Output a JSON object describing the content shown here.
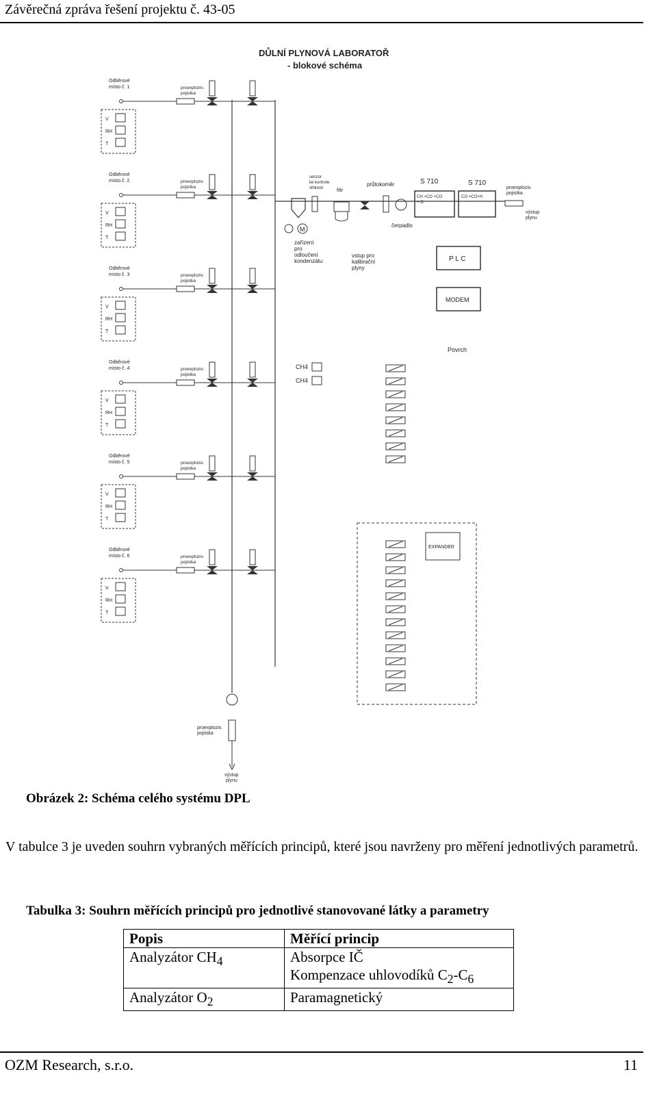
{
  "header": {
    "title": "Závěrečná zpráva řešení projektu č. 43-05"
  },
  "diagram": {
    "title_line1": "DŮLNÍ PLYNOVÁ LABORATOŘ",
    "title_line2": "- blokové schéma",
    "sampling_points": [
      {
        "line1": "Odběrové",
        "line2": "místo č. 1"
      },
      {
        "line1": "Odběrové",
        "line2": "místo č. 2"
      },
      {
        "line1": "Odběrové",
        "line2": "místo č. 3"
      },
      {
        "line1": "Odběrové",
        "line2": "místo č. 4"
      },
      {
        "line1": "Odběrové",
        "line2": "místo č. 5"
      },
      {
        "line1": "Odběrové",
        "line2": "místo č. 6"
      }
    ],
    "sensor_labels": [
      "V",
      "RH",
      "T"
    ],
    "fuse_line1": "proexploziv.",
    "fuse_line2": "pojistka",
    "sensor_humidity": [
      "senzor",
      "ke kontrole",
      "vlhkosti"
    ],
    "filter": "filtr",
    "flowmeter": "průtokoměr",
    "pump": "čerpadlo",
    "analyzer1_name": "S 710",
    "analyzer1_gases": "CH +CO +CO",
    "analyzer1_gases2": "+ O",
    "analyzer2_name": "S 710",
    "analyzer2_gases": "CO +CO+H",
    "outlet": [
      "výstup",
      "plynu"
    ],
    "condensate": [
      "zařízení",
      "pro",
      "odloučení",
      "kondenzátu"
    ],
    "calibration": [
      "vstup pro",
      "kalibrační",
      "plyny"
    ],
    "plc": "P L C",
    "modem": "MODEM",
    "surface": "Povrch",
    "ch4_labels": [
      "CH4",
      "CH4"
    ],
    "expander": "EXPANDER",
    "motor_label": "M"
  },
  "caption": "Obrázek 2: Schéma celého systému DPL",
  "paragraph": "V tabulce 3 je uveden souhrn vybraných měřících principů, které jsou navrženy pro měření jednotlivých parametrů.",
  "table_caption": "Tabulka 3: Souhrn měřících principů pro jednotlivé stanovované látky a parametry",
  "table": {
    "headers": [
      "Popis",
      "Měřící princip"
    ],
    "row1": {
      "c1": "Analyzátor CH",
      "c1_sub": "4",
      "c2a": "Absorpce IČ",
      "c2b": "Kompenzace uhlovodíků C",
      "c2b_sub1": "2",
      "c2b_mid": "-C",
      "c2b_sub2": "6"
    },
    "row2": {
      "c1": "Analyzátor O",
      "c1_sub": "2",
      "c2": "Paramagnetický"
    }
  },
  "footer": {
    "company": "OZM Research, s.r.o.",
    "page": "11"
  }
}
